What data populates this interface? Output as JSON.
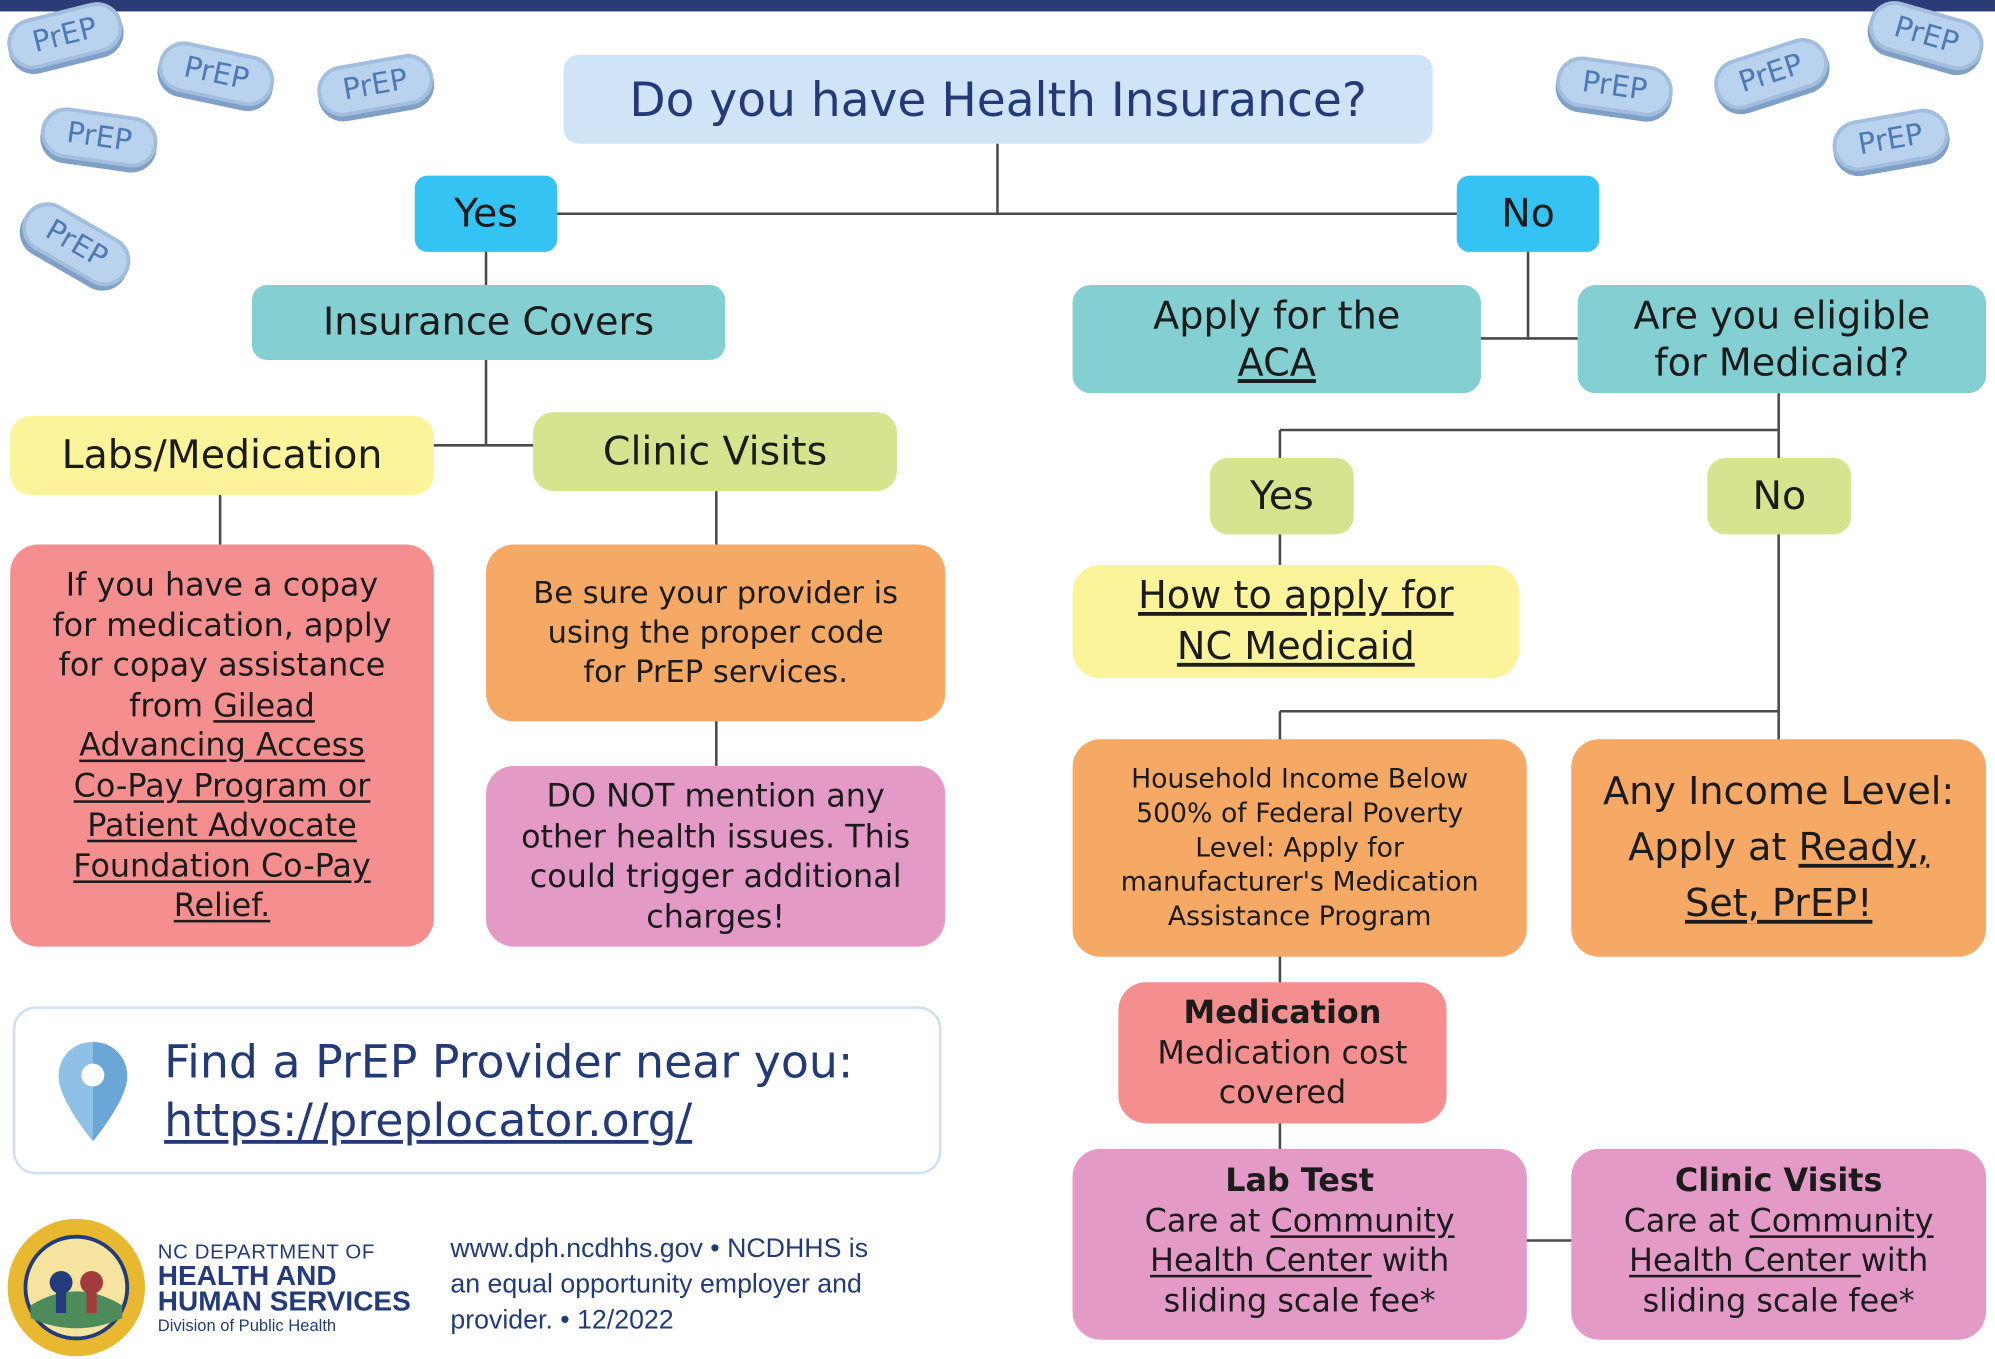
{
  "title": "Do you have Health Insurance?",
  "pill_text": "PrEP",
  "yes_label": "Yes",
  "no_label": "No",
  "insurance_covers": "Insurance Covers",
  "labs_medication": "Labs/Medication",
  "clinic_visits": "Clinic Visits",
  "copay": {
    "l1": "If you have a copay",
    "l2": "for medication, apply",
    "l3": "for copay assistance",
    "l4": "from ",
    "l4_link": "Gilead",
    "l5": "Advancing Access",
    "l6": "Co-Pay Program or",
    "l7": "Patient Advocate",
    "l8": "Foundation Co-Pay",
    "l9": "Relief."
  },
  "provider_code": {
    "l1": "Be sure your provider is",
    "l2": "using the proper code",
    "l3": "for PrEP services."
  },
  "do_not": {
    "l1": "DO NOT mention any",
    "l2": "other health issues. This",
    "l3": "could trigger additional",
    "l4": "charges!"
  },
  "aca": {
    "l1": "Apply for the",
    "l2": "ACA"
  },
  "medicaid_q": {
    "l1": "Are you eligible",
    "l2": "for Medicaid?"
  },
  "medicaid_yes": "Yes",
  "medicaid_no": "No",
  "apply_medicaid": {
    "l1": "How to apply for",
    "l2": "NC Medicaid"
  },
  "household": {
    "l1": "Household Income Below",
    "l2": "500% of Federal Poverty",
    "l3": "Level: Apply for",
    "l4": "manufacturer's Medication",
    "l5": "Assistance Program"
  },
  "any_income": {
    "l1": "Any Income Level:",
    "l2": "Apply at ",
    "l2_link": "Ready,",
    "l3": "Set, PrEP!"
  },
  "medication": {
    "title": "Medication",
    "l1": "Medication cost",
    "l2": "covered"
  },
  "lab_test": {
    "title": "Lab Test",
    "l1": "Care at ",
    "l1_link": "Community",
    "l2_link": "Health Center",
    "l2": " with",
    "l3": "sliding scale fee*"
  },
  "clinic_visits2": {
    "title": "Clinic Visits",
    "l1": "Care at ",
    "l1_link": "Community",
    "l2_link": "Health Center ",
    "l2": "with",
    "l3": "sliding scale fee*"
  },
  "find": {
    "line1": "Find a PrEP Provider near you:",
    "url": "https://preplocator.org/"
  },
  "footer": {
    "dept1": "NC DEPARTMENT OF",
    "dept2": "HEALTH AND",
    "dept3": "HUMAN SERVICES",
    "dept4": "Division of Public Health",
    "info1": "www.dph.ncdhhs.gov  •  NCDHHS is",
    "info2": "an equal opportunity employer and",
    "info3": "provider.  •  12/2022"
  },
  "colors": {
    "navy": "#2b3b78",
    "blue": "#35c3f3",
    "teal": "#84cfd1",
    "yellow": "#fbf49a",
    "green": "#d4e48f",
    "red": "#f58f8f",
    "orange": "#f6a865",
    "pink": "#e49ac6",
    "pill": "#b9d3ef"
  }
}
